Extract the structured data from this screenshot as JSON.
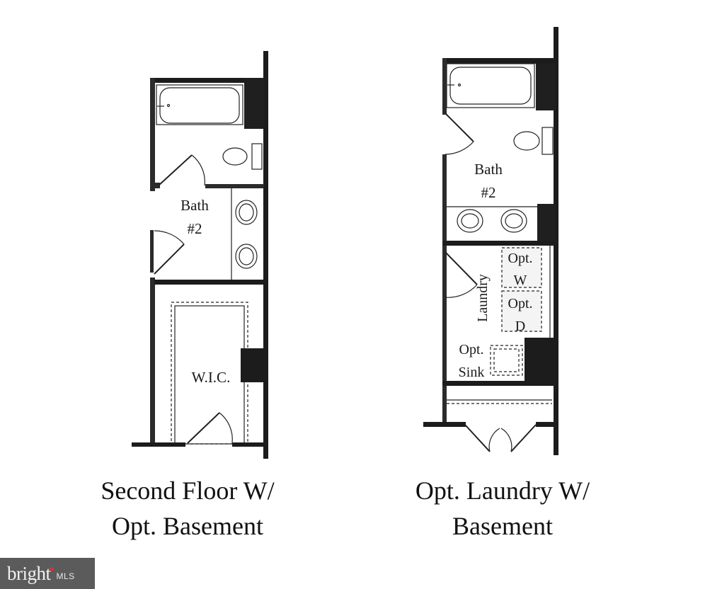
{
  "plans": [
    {
      "id": "second-floor",
      "caption_line1": "Second Floor W/",
      "caption_line2": "Opt. Basement",
      "rooms": [
        {
          "label_line1": "Bath",
          "label_line2": "#2"
        },
        {
          "label_line1": "W.I.C."
        }
      ]
    },
    {
      "id": "opt-laundry",
      "caption_line1": "Opt. Laundry W/",
      "caption_line2": "Basement",
      "rooms": [
        {
          "label_line1": "Bath",
          "label_line2": "#2"
        },
        {
          "label_line1": "Laundry"
        },
        {
          "label_line1": "Opt.",
          "label_line2": "W"
        },
        {
          "label_line1": "Opt.",
          "label_line2": "D"
        },
        {
          "label_line1": "Opt.",
          "label_line2": "Sink"
        }
      ]
    }
  ],
  "watermark": {
    "brand": "bright",
    "suffix": "MLS",
    "bg_color": "#5b5b5b",
    "accent_color": "#c23b3b"
  },
  "colors": {
    "wall": "#1c1c1c",
    "line": "#222222",
    "background": "#ffffff"
  }
}
